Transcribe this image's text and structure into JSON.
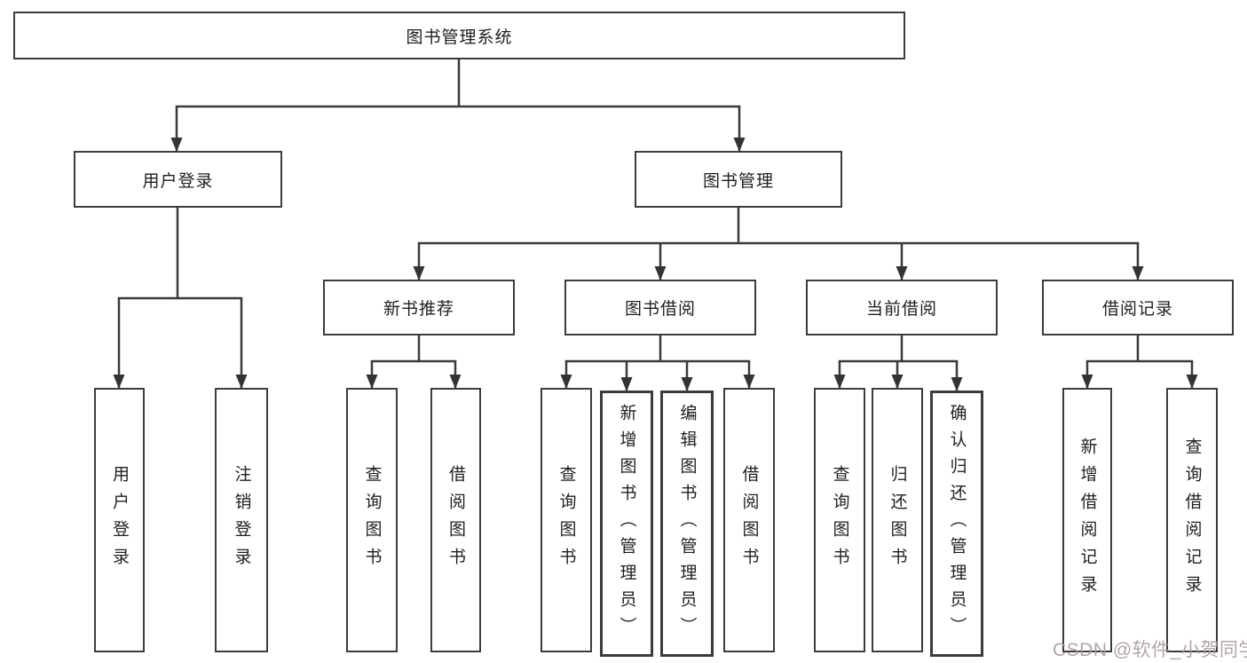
{
  "tree": {
    "label": "图书管理系统",
    "children": [
      {
        "label": "用户登录",
        "children": [
          {
            "label": "用户登录"
          },
          {
            "label": "注销登录"
          }
        ]
      },
      {
        "label": "图书管理",
        "children": [
          {
            "label": "新书推荐",
            "children": [
              {
                "label": "查询图书"
              },
              {
                "label": "借阅图书"
              }
            ]
          },
          {
            "label": "图书借阅",
            "children": [
              {
                "label": "查询图书"
              },
              {
                "label": "新增图书（管理员）"
              },
              {
                "label": "编辑图书（管理员）"
              },
              {
                "label": "借阅图书"
              }
            ]
          },
          {
            "label": "当前借阅",
            "children": [
              {
                "label": "查询图书"
              },
              {
                "label": "归还图书"
              },
              {
                "label": "确认归还（管理员）"
              }
            ]
          },
          {
            "label": "借阅记录",
            "children": [
              {
                "label": "新增借阅记录"
              },
              {
                "label": "查询借阅记录"
              }
            ]
          }
        ]
      }
    ]
  },
  "watermark": {
    "text": "CSDN @软件_小贺同学"
  },
  "colors": {
    "line": "#3a3a3a",
    "box_border": "#3c3c3c",
    "text": "#1f1f1f",
    "watermark": "#ab9b9d",
    "background": "#ffffff"
  }
}
